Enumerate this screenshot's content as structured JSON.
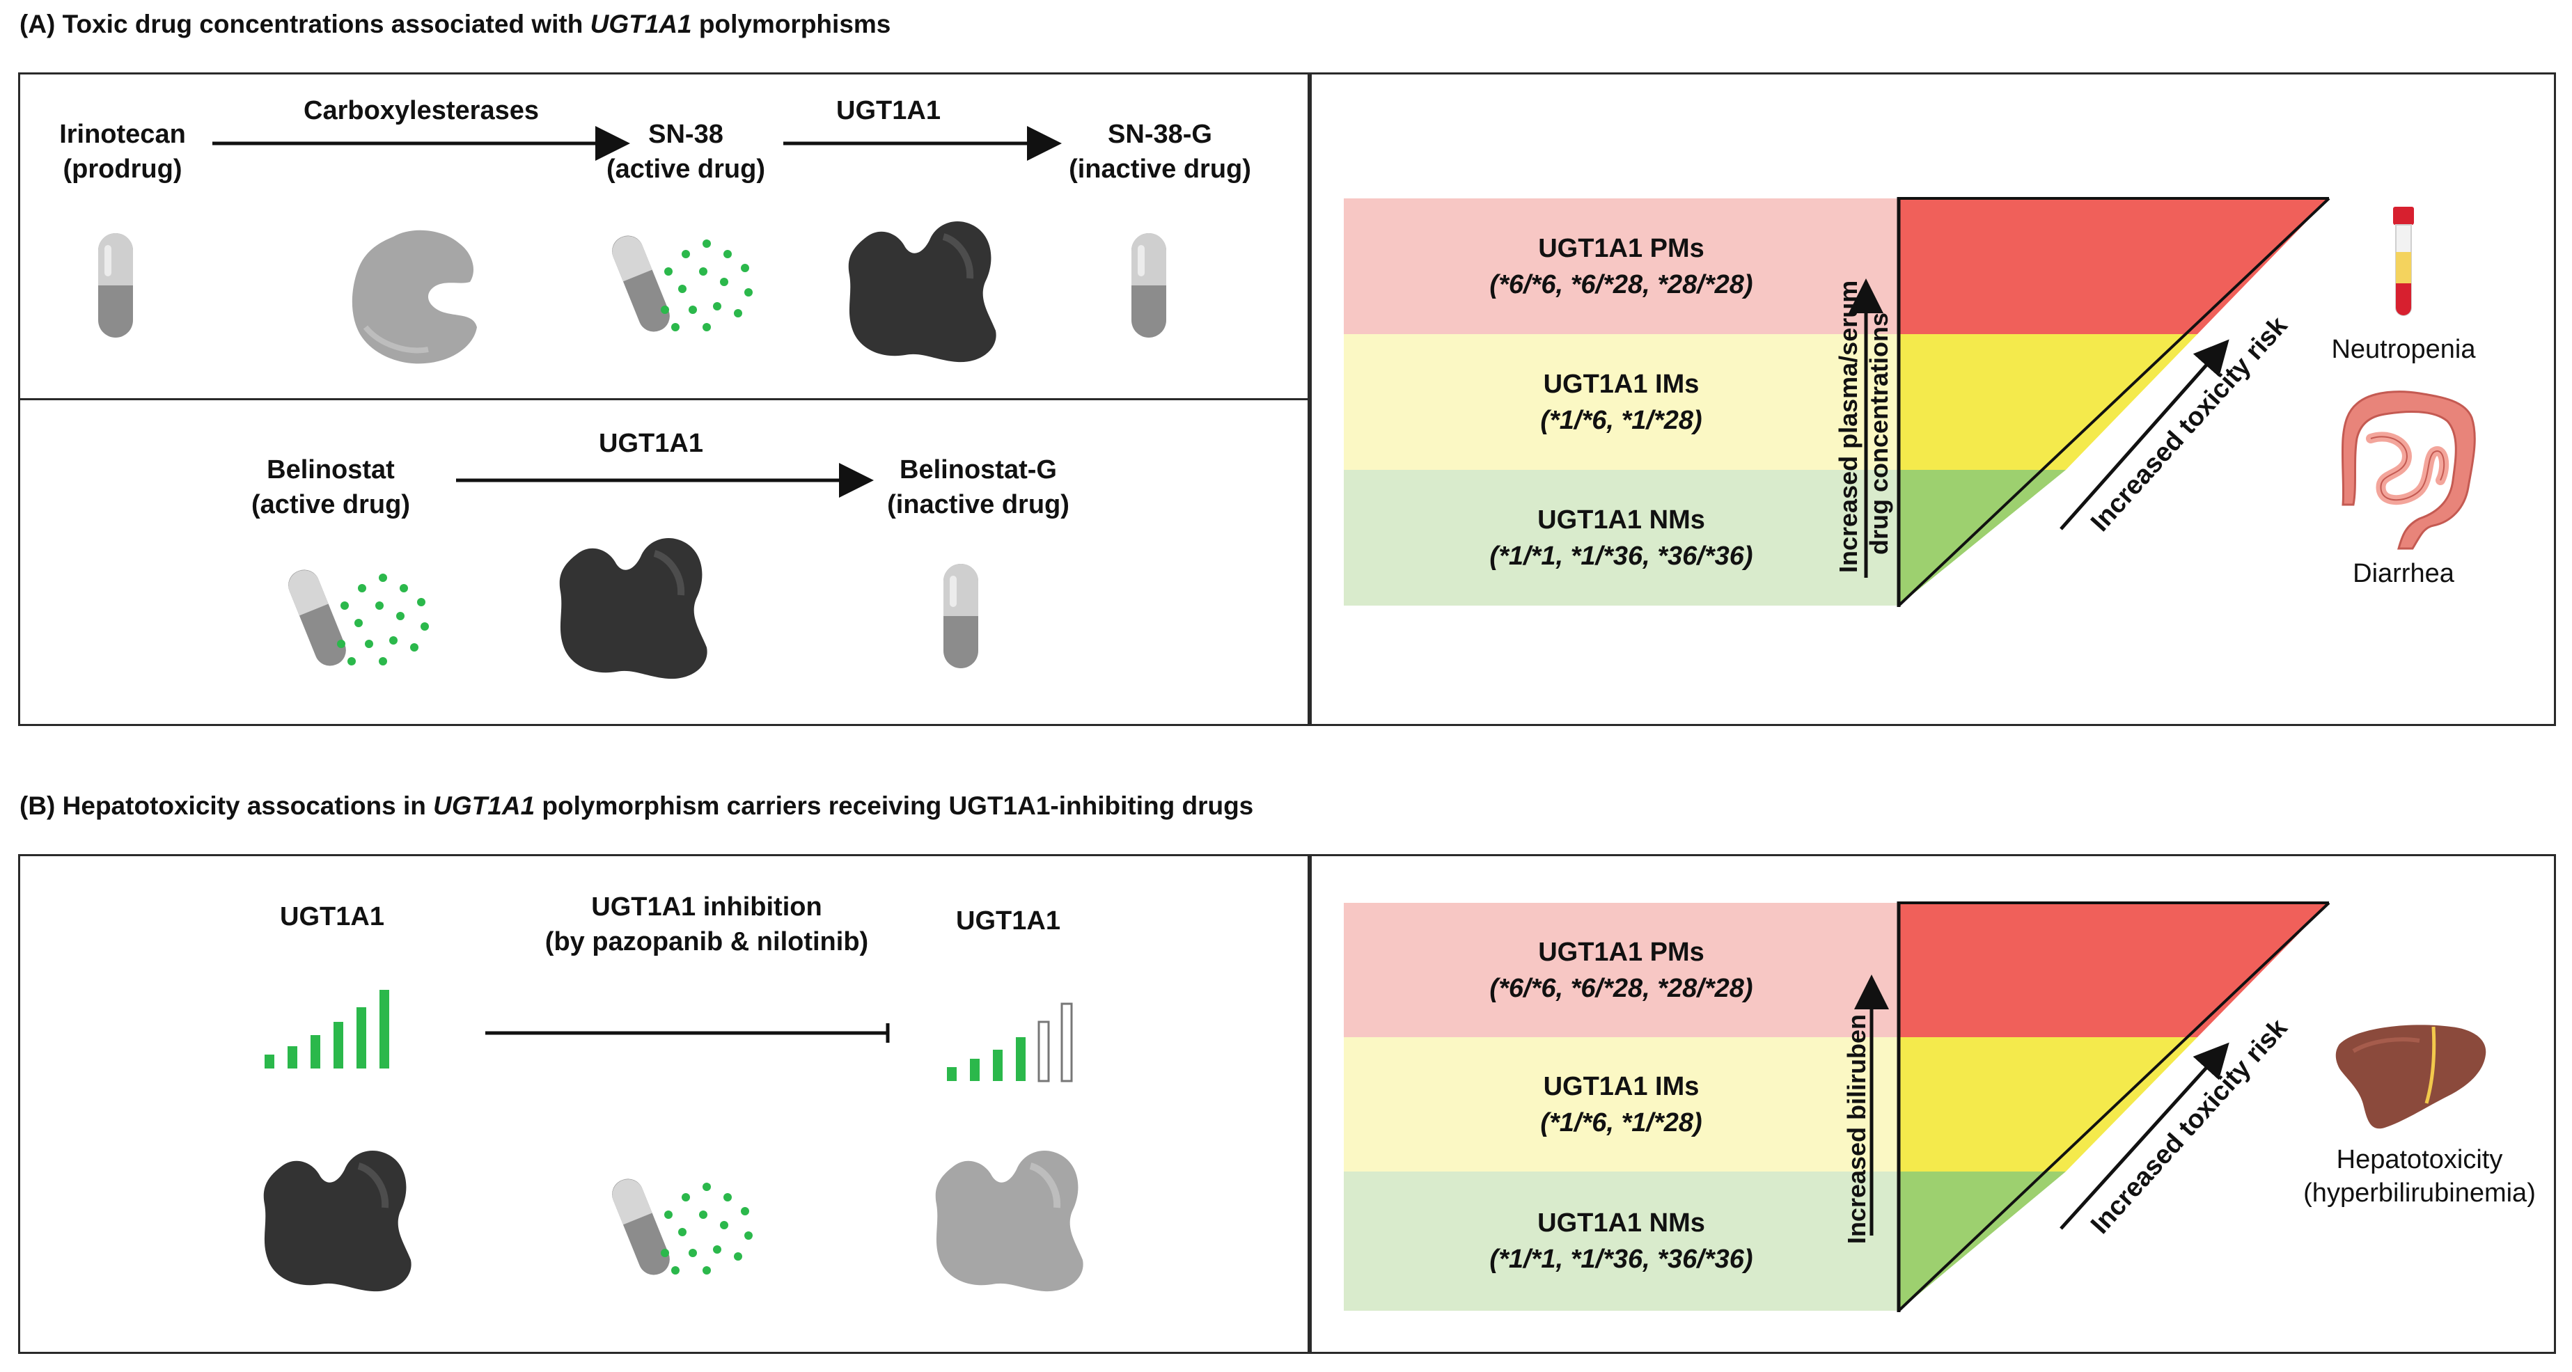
{
  "section_a": {
    "heading_pre": "(A) Toxic drug concentrations associated with ",
    "heading_gene": "UGT1A1",
    "heading_post": " polymorphisms",
    "irinotecan": {
      "name": "Irinotecan",
      "role": "(prodrug)"
    },
    "carboxylesterases": "Carboxylesterases",
    "sn38": {
      "name": "SN-38",
      "role": "(active drug)"
    },
    "ugt1a1": "UGT1A1",
    "sn38g": {
      "name": "SN-38-G",
      "role": "(inactive drug)"
    },
    "belinostat": {
      "name": "Belinostat",
      "role": "(active drug)"
    },
    "ugt1a1_b": "UGT1A1",
    "belinostatg": {
      "name": "Belinostat-G",
      "role": "(inactive drug)"
    },
    "pm": {
      "label": "UGT1A1 PMs",
      "genotypes": "(*6/*6, *6/*28, *28/*28)"
    },
    "im": {
      "label": "UGT1A1 IMs",
      "genotypes": "(*1/*6, *1/*28)"
    },
    "nm": {
      "label": "UGT1A1 NMs",
      "genotypes": "(*1/*1, *1/*36, *36/*36)"
    },
    "vertical_line1": "Increased plasma/serum",
    "vertical_line2": "drug concentrations",
    "diagonal": "Increased toxicity risk",
    "outcome1": "Neutropenia",
    "outcome2": "Diarrhea"
  },
  "section_b": {
    "heading_pre": "(B) Hepatotoxicity assocations in ",
    "heading_gene": "UGT1A1",
    "heading_post": " polymorphism carriers receiving UGT1A1-inhibiting drugs",
    "ugt1a1_left": "UGT1A1",
    "inhibition_line1": "UGT1A1 inhibition",
    "inhibition_line2": "(by pazopanib & nilotinib)",
    "ugt1a1_right": "UGT1A1",
    "pm": {
      "label": "UGT1A1 PMs",
      "genotypes": "(*6/*6, *6/*28, *28/*28)"
    },
    "im": {
      "label": "UGT1A1 IMs",
      "genotypes": "(*1/*6, *1/*28)"
    },
    "nm": {
      "label": "UGT1A1 NMs",
      "genotypes": "(*1/*1, *1/*36, *36/*36)"
    },
    "vertical": "Increased  biliruben",
    "diagonal": "Increased toxicity risk",
    "outcome1": "Hepatotoxicity",
    "outcome2": "(hyperbilirubinemia)"
  },
  "colors": {
    "pm_band": "#f7c7c4",
    "im_band": "#fbf8c4",
    "nm_band": "#d9ebcc",
    "red": "#f0605a",
    "yellow": "#f4ea4c",
    "green": "#9dd06f",
    "enzyme_dark": "#333333",
    "enzyme_light": "#a6a6a6",
    "dots": "#2bb84b"
  },
  "icons": [
    "capsule-icon",
    "enzyme-icon",
    "test-tube-icon",
    "intestine-icon",
    "liver-icon",
    "activity-bars-icon"
  ]
}
